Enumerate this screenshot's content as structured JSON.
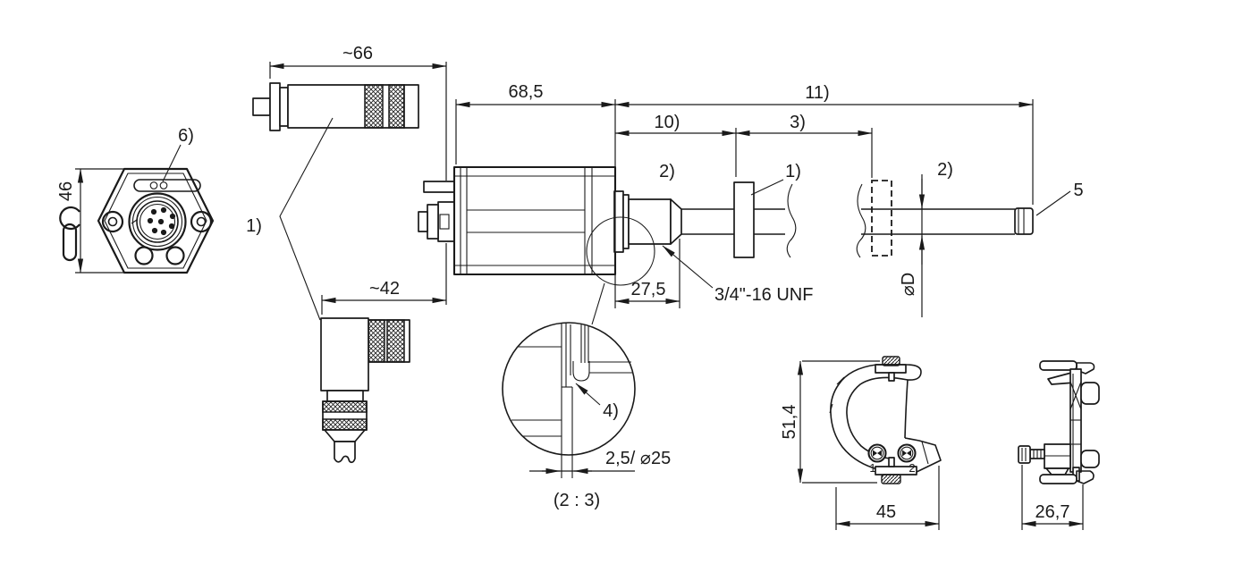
{
  "drawing_title": "magnetostrictive-position-sensor-dimension-drawing",
  "dimensions": {
    "straight_connector_length": "~66",
    "angled_connector_length": "~42",
    "housing_length": "68,5",
    "overall_length_note": "11)",
    "deadzone_note": "10)",
    "range_note": "3)",
    "flange_thread_length": "27,5",
    "hex_width_across_flats": "46",
    "thread_spec": "3/4\"-16 UNF",
    "detail_dims": "2,5/ ⌀25",
    "detail_scale": "(2 : 3)",
    "rod_diameter": "⌀D",
    "clamp_height": "51,4",
    "clamp_width": "45",
    "clamp_depth": "26,7"
  },
  "callouts": {
    "note_1": "1)",
    "note_2": "2)",
    "note_4": "4)",
    "note_5": "5",
    "note_6": "6)"
  },
  "clamp_screw_labels": {
    "first": "1",
    "second": "2"
  },
  "colors": {
    "line": "#1a1a1a",
    "background": "#ffffff"
  }
}
